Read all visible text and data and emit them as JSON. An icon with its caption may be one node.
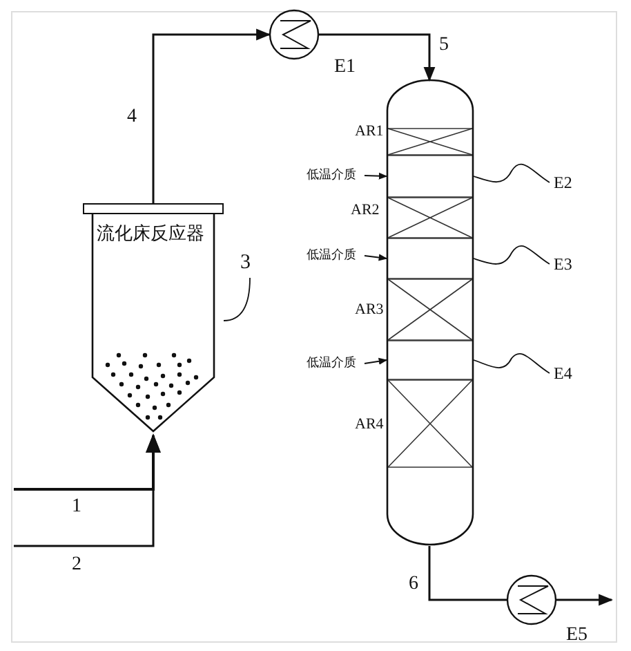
{
  "diagram": {
    "nodes": [
      {
        "text": [
          "流化床反应器"
        ]
      },
      {
        "text": [
          "3"
        ]
      },
      {
        "text": [
          "E1"
        ]
      },
      {
        "text": [],
        "shape": "cylinder"
      },
      {
        "text": [],
        "shape": "box",
        "in": 3
      },
      {
        "text": [],
        "shape": "box",
        "in": 3
      },
      {
        "text": [],
        "shape": "box",
        "in": 3
      },
      {
        "text": [
          "低温介质"
        ]
      },
      {
        "text": [
          "E2"
        ]
      },
      {
        "text": [
          "低温介质"
        ]
      },
      {
        "text": [
          "E3"
        ]
      },
      {
        "text": [
          "低温介质"
        ]
      },
      {
        "text": [
          "E4"
        ]
      },
      {
        "text": [
          "E5"
        ]
      }
    ],
    "edges": [
      {
        "from": null,
        "to": 0,
        "arrow": "to",
        "label": "1"
      },
      {
        "from": null,
        "to": 0,
        "arrow": "to",
        "label": "2"
      },
      {
        "from": 0,
        "to": 2,
        "arrow": "to",
        "label": "4"
      },
      {
        "from": 2,
        "to": 3,
        "arrow": "to",
        "label": "5"
      },
      {
        "from": 3,
        "to": 13,
        "arrow": "none",
        "label": "6"
      },
      {
        "from": 13,
        "to": null,
        "arrow": "to"
      },
      {
        "from": 1,
        "to": 0,
        "arrow": "none"
      },
      {
        "from": 7,
        "to": 4,
        "arrow": "to"
      },
      {
        "from": 8,
        "to": 4,
        "arrow": "none"
      },
      {
        "from": 9,
        "to": 5,
        "arrow": "to"
      },
      {
        "from": 10,
        "to": 5,
        "arrow": "none"
      },
      {
        "from": 11,
        "to": 6,
        "arrow": "to"
      },
      {
        "from": 12,
        "to": 6,
        "arrow": "none"
      }
    ],
    "labels": [
      "AR1",
      "AR2",
      "AR3",
      "AR4"
    ]
  }
}
